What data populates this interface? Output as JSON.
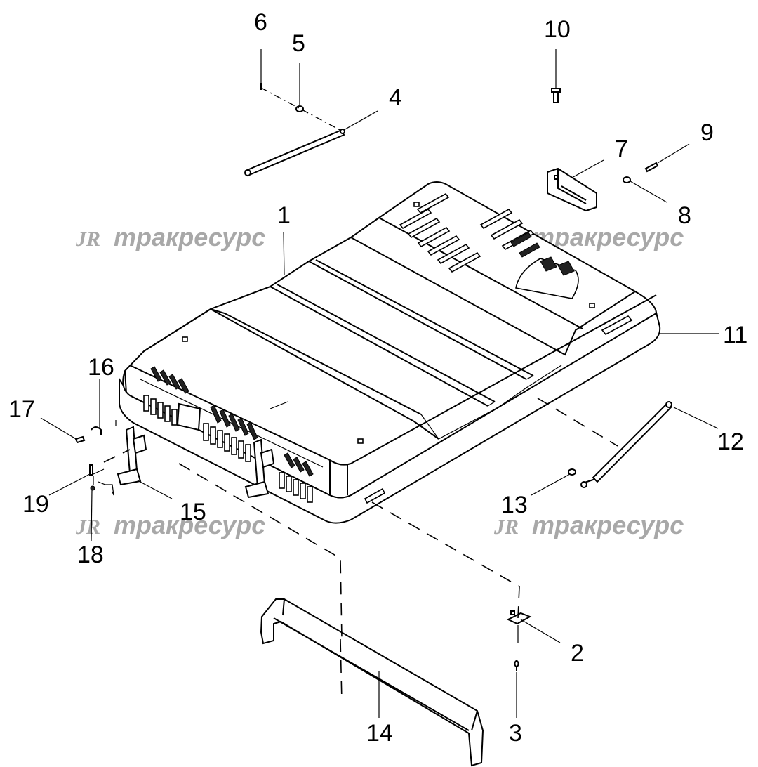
{
  "diagram": {
    "callouts": {
      "c1": "1",
      "c2": "2",
      "c3": "3",
      "c4": "4",
      "c5": "5",
      "c6": "6",
      "c7": "7",
      "c8": "8",
      "c9": "9",
      "c10": "10",
      "c11": "11",
      "c12": "12",
      "c13": "13",
      "c14": "14",
      "c15": "15",
      "c16": "16",
      "c17": "17",
      "c18": "18",
      "c19": "19"
    },
    "watermark": {
      "logo": "ЈR",
      "text": "тракресурс"
    }
  }
}
